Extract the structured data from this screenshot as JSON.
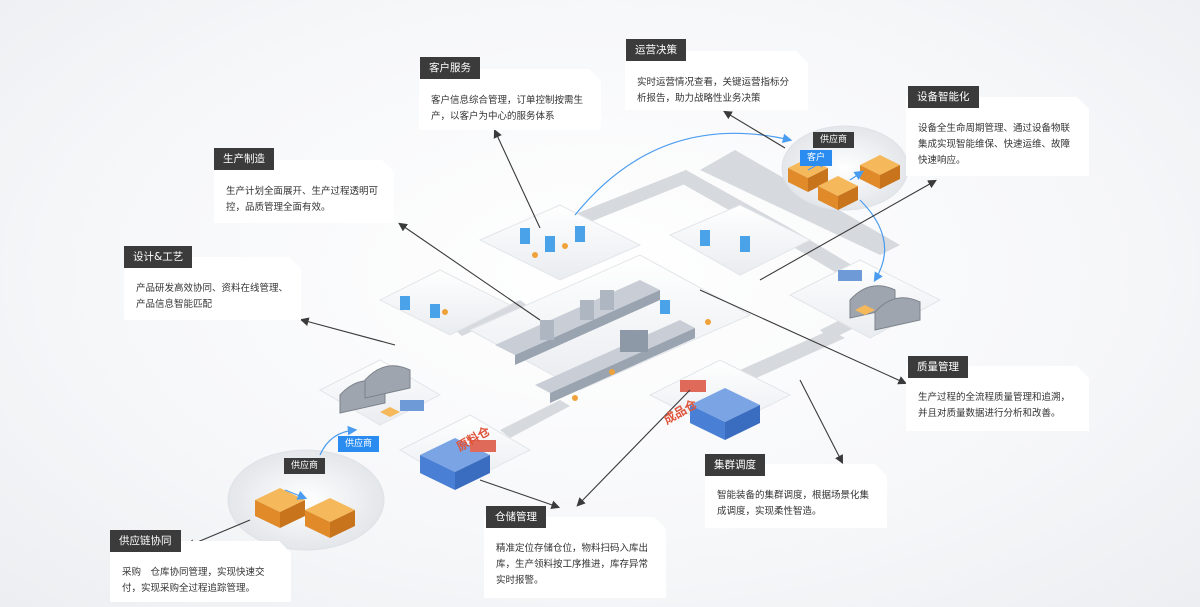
{
  "modules": {
    "customer_service": {
      "title": "客户服务",
      "desc": "客户信息综合管理，订单控制按需生产，以客户为中心的服务体系"
    },
    "ops_decision": {
      "title": "运营决策",
      "desc": "实时运营情况查看，关键运营指标分析报告，助力战略性业务决策"
    },
    "equipment": {
      "title": "设备智能化",
      "desc": "设备全生命周期管理、通过设备物联集成实现智能维保、快速运维、故障快速响应。"
    },
    "production": {
      "title": "生产制造",
      "desc": "生产计划全面展开、生产过程透明可控，品质管理全面有效。"
    },
    "design": {
      "title": "设计&工艺",
      "desc": "产品研发高效协同、资料在线管理、产品信息智能匹配"
    },
    "quality": {
      "title": "质量管理",
      "desc": "生产过程的全流程质量管理和追溯，并且对质量数据进行分析和改善。"
    },
    "cluster": {
      "title": "集群调度",
      "desc": "智能装备的集群调度，根据场景化集成调度，实现柔性智造。"
    },
    "warehouse": {
      "title": "仓储管理",
      "desc": "精准定位存储仓位，物料扫码入库出库，生产领料按工序推进，库存异常实时报警。"
    },
    "supply_chain": {
      "title": "供应链协同",
      "desc": "采购　仓库协同管理，实现快速交付，实现采购全过程追踪管理。"
    }
  },
  "scene_labels": {
    "supplier_top": "供应商",
    "customer": "客户",
    "supplier_mid": "供应商",
    "supplier_bottom": "供应商",
    "raw_warehouse": "原料仓",
    "finished_warehouse": "成品仓"
  },
  "colors": {
    "tag_bg": "#3b3b3b",
    "accent_blue": "#2a8cf0",
    "box_orange": "#f0a23a",
    "warehouse_blue": "#4a7fd6"
  }
}
